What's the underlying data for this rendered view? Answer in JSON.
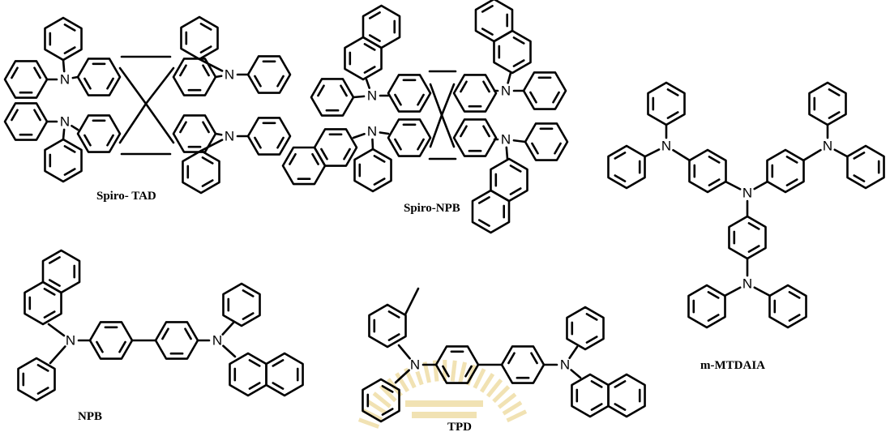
{
  "colors": {
    "ink": "#000000",
    "background": "#ffffff",
    "watermark": "#f1e2b3"
  },
  "atom_symbol": "N",
  "molecules": [
    {
      "id": "spiro-tad",
      "label": "Spiro- TAD"
    },
    {
      "id": "spiro-npb",
      "label": "Spiro-NPB"
    },
    {
      "id": "m-mtdata",
      "label": "m-MTDAIA"
    },
    {
      "id": "npb",
      "label": "NPB"
    },
    {
      "id": "tpd",
      "label": "TPD"
    }
  ]
}
